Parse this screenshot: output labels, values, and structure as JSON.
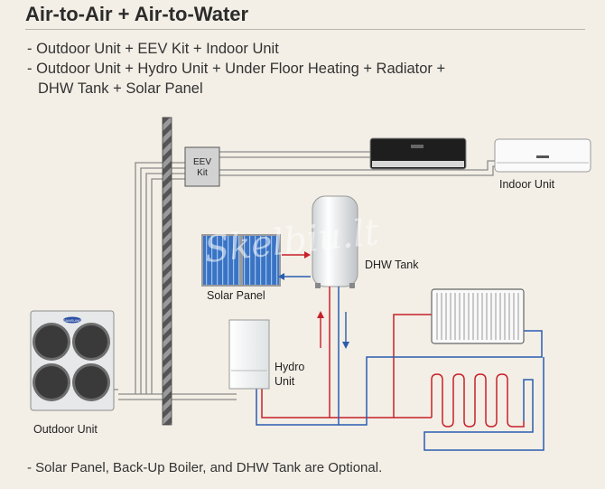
{
  "header": {
    "title": "Air-to-Air + Air-to-Water"
  },
  "configurations": [
    "- Outdoor Unit + EEV Kit + Indoor Unit",
    "- Outdoor Unit + Hydro Unit + Under Floor Heating + Radiator +",
    "DHW Tank + Solar Panel"
  ],
  "labels": {
    "eev_kit_line1": "EEV",
    "eev_kit_line2": "Kit",
    "indoor_unit": "Indoor Unit",
    "dhw_tank": "DHW Tank",
    "solar_panel": "Solar Panel",
    "hydro_unit_line1": "Hydro",
    "hydro_unit_line2": "Unit",
    "outdoor_unit": "Outdoor Unit",
    "outdoor_brand": "SAMSUNG",
    "watermark": "Skelbiu.lt"
  },
  "footnote": "- Solar Panel, Back-Up Boiler, and DHW Tank are Optional.",
  "colors": {
    "background": "#f3efe6",
    "refrigerant_pipe": "#8a8a8a",
    "hot_water": "#c8202a",
    "cold_water": "#2a5db0",
    "wall": "#555555"
  }
}
